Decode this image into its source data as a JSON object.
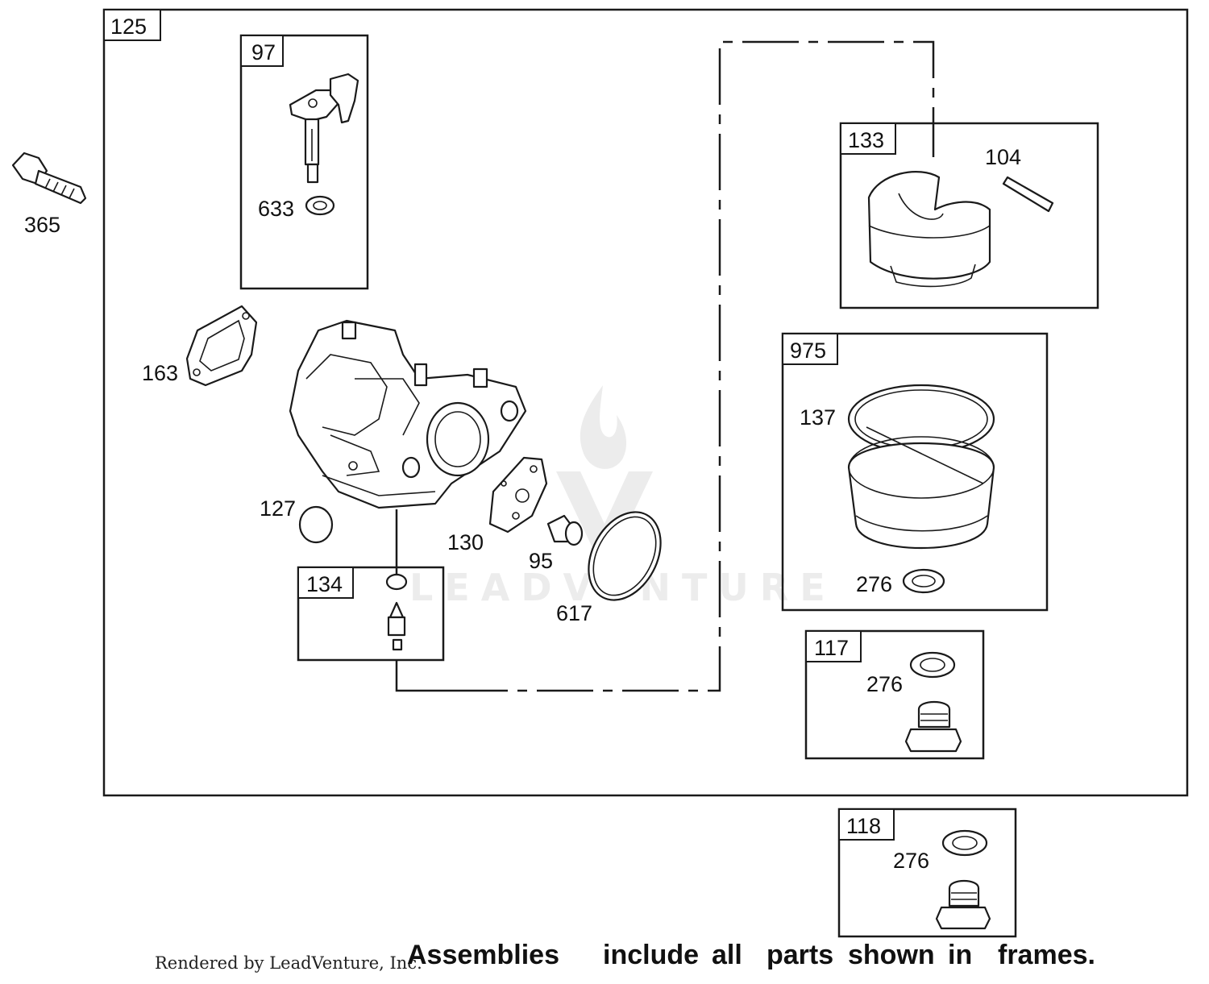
{
  "diagram": {
    "frame_label": "125",
    "sub_frames": {
      "f97": "97",
      "f133": "133",
      "f975": "975",
      "f134": "134",
      "f117": "117",
      "f118": "118"
    },
    "part_labels": {
      "p365": "365",
      "p633": "633",
      "p104": "104",
      "p163": "163",
      "p137": "137",
      "p127": "127",
      "p130": "130",
      "p95": "95",
      "p617": "617",
      "p276a": "276",
      "p276b": "276",
      "p276c": "276"
    },
    "watermark": "LEADVENTURE"
  },
  "footer": {
    "rendered_by": "Rendered by LeadVenture, Inc.",
    "words": [
      "Assemblies",
      "include",
      "all",
      "parts",
      "shown",
      "in",
      "frames."
    ]
  }
}
